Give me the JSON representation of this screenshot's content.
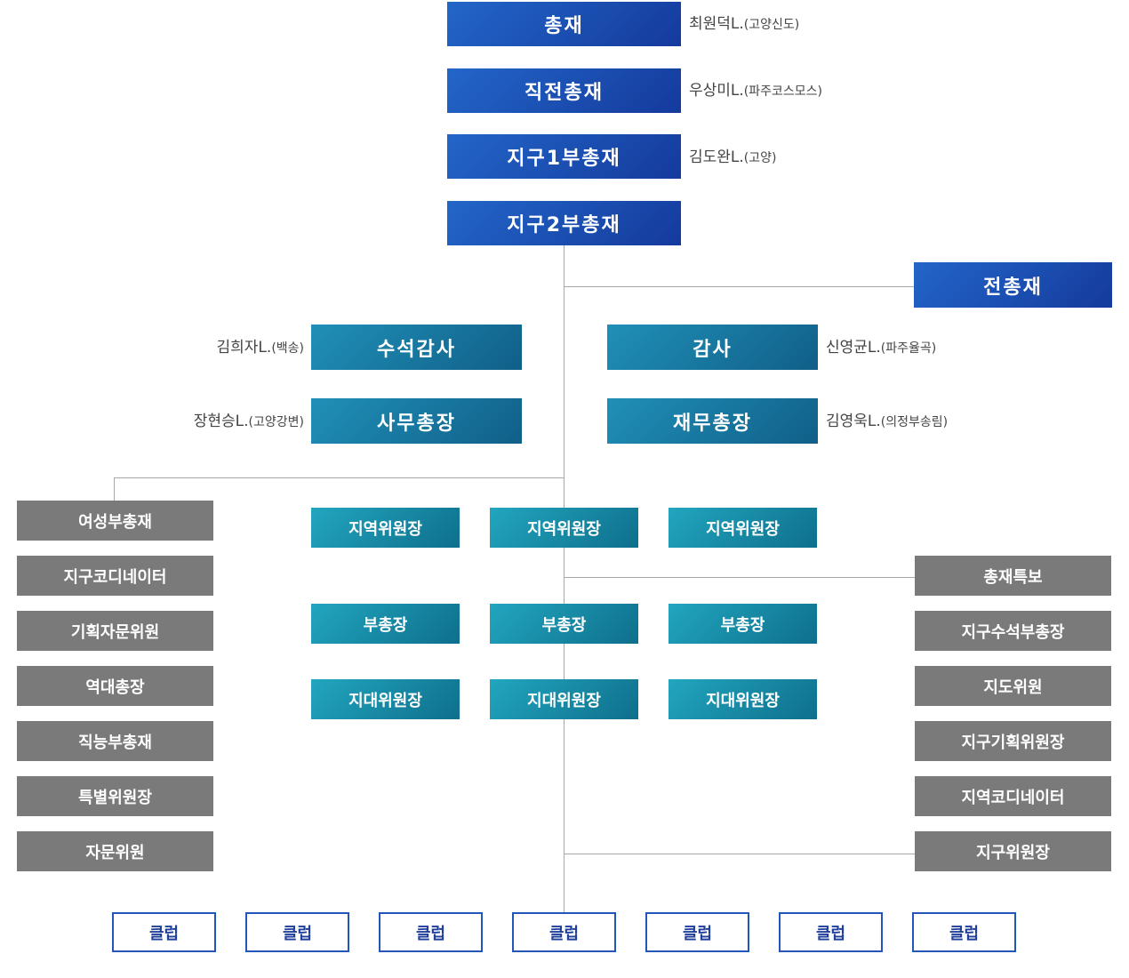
{
  "top": {
    "governor": {
      "title": "총재",
      "name": "최원덕L.",
      "club": "(고양신도)"
    },
    "prev_governor": {
      "title": "직전총재",
      "name": "우상미L.",
      "club": "(파주코스모스)"
    },
    "first_vice": {
      "title": "지구1부총재",
      "name": "김도완L.",
      "club": "(고양)"
    },
    "second_vice": {
      "title": "지구2부총재"
    }
  },
  "past_governor": "전총재",
  "officers": {
    "chief_auditor": {
      "title": "수석감사",
      "name": "김희자L.",
      "club": "(백송)"
    },
    "auditor": {
      "title": "감사",
      "name": "신영균L.",
      "club": "(파주율곡)"
    },
    "secretary": {
      "title": "사무총장",
      "name": "장현승L.",
      "club": "(고양강변)"
    },
    "treasurer": {
      "title": "재무총장",
      "name": "김영욱L.",
      "club": "(의정부송림)"
    }
  },
  "left_column": [
    "여성부총재",
    "지구코디네이터",
    "기획자문위원",
    "역대총장",
    "직능부총재",
    "특별위원장",
    "자문위원"
  ],
  "right_column": [
    "총재특보",
    "지구수석부총장",
    "지도위원",
    "지구기획위원장",
    "지역코디네이터",
    "지구위원장"
  ],
  "grid": {
    "row1": [
      "지역위원장",
      "지역위원장",
      "지역위원장"
    ],
    "row2": [
      "부총장",
      "부총장",
      "부총장"
    ],
    "row3": [
      "지대위원장",
      "지대위원장",
      "지대위원장"
    ]
  },
  "clubs": [
    "클럽",
    "클럽",
    "클럽",
    "클럽",
    "클럽",
    "클럽",
    "클럽"
  ],
  "colors": {
    "blue": "#1d4fb5",
    "teal": "#1580a8",
    "cyan": "#1a9bb8",
    "gray": "#7a7a7a",
    "club_border": "#2356b8",
    "line": "#a8a8a8"
  }
}
